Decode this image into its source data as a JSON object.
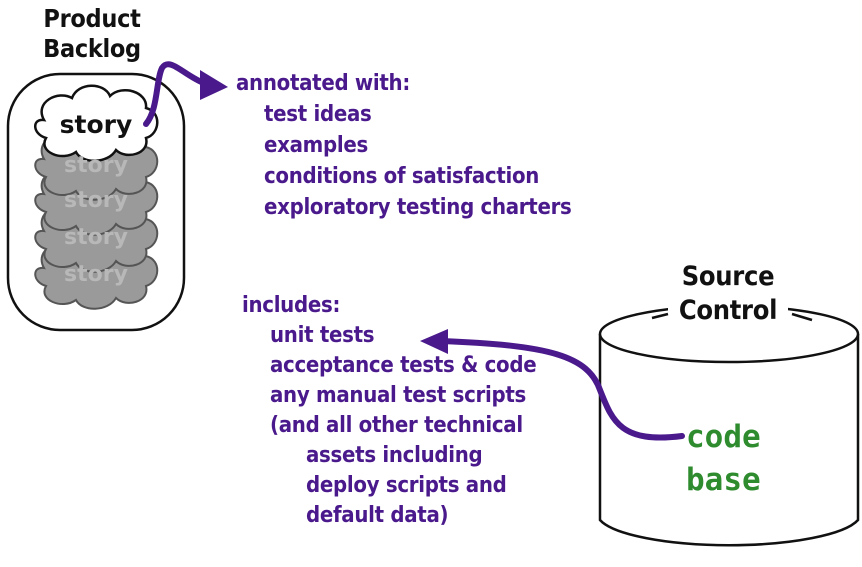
{
  "product_backlog": {
    "title_line1": "Product",
    "title_line2": "Backlog",
    "top_story_label": "story",
    "stacked_story_labels": [
      "story",
      "story",
      "story",
      "story"
    ]
  },
  "annotations": {
    "heading": "annotated with:",
    "items": [
      "test ideas",
      "examples",
      "conditions of satisfaction",
      "exploratory testing charters"
    ]
  },
  "source_control": {
    "title_line1": "Source",
    "title_line2": "Control",
    "code_line1": "code",
    "code_line2": "base"
  },
  "includes": {
    "heading": "includes:",
    "items": [
      "unit tests",
      "acceptance tests & code",
      "any manual test scripts",
      "(and all other technical"
    ],
    "sub_items": [
      "assets including",
      "deploy scripts and",
      "default data)"
    ]
  },
  "colors": {
    "annotation_purple": "#4a1a8c",
    "code_green": "#2e8b2e",
    "story_gray": "#9a9a9a"
  }
}
